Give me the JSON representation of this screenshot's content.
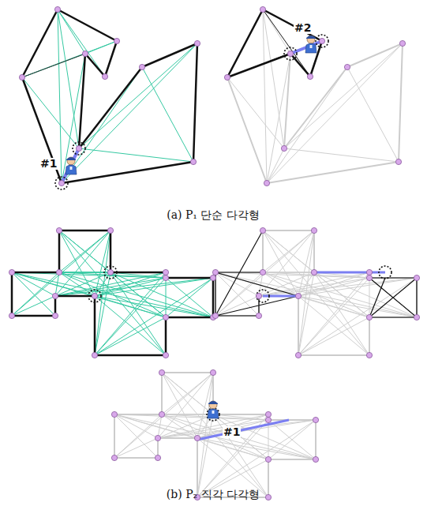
{
  "diagram": {
    "labels": [
      "#1",
      "#2",
      "(a) P₁ 단순 다각형",
      "#1",
      "(b) P₂ 직각 다각형"
    ]
  }
}
